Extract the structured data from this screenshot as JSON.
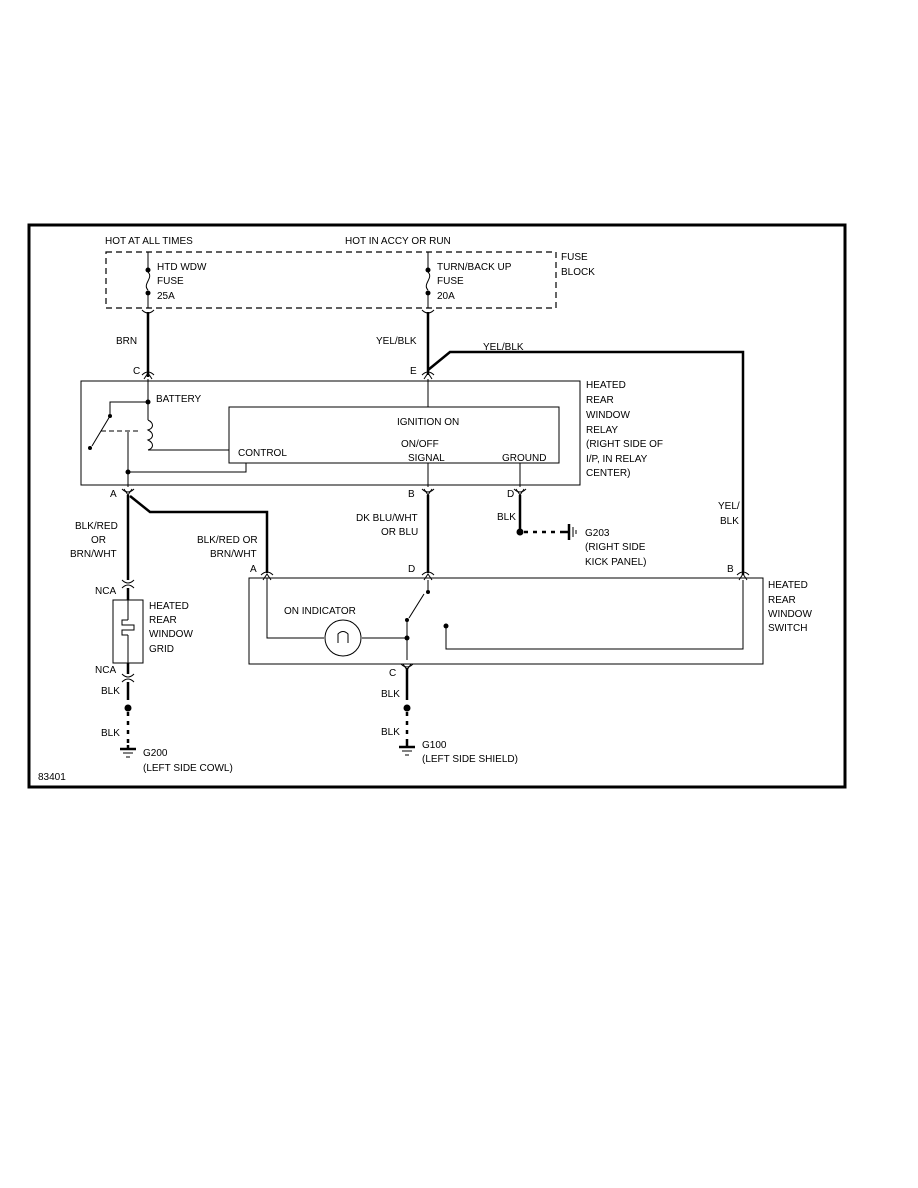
{
  "labels": {
    "hot_at_all_times": "HOT AT ALL TIMES",
    "hot_accy_run": "HOT IN ACCY OR RUN",
    "fuse_block": [
      "FUSE",
      "BLOCK"
    ],
    "htd_wdw_fuse": [
      "HTD WDW",
      "FUSE",
      "25A"
    ],
    "turn_backup_fuse": [
      "TURN/BACK UP",
      "FUSE",
      "20A"
    ],
    "wire_brn": "BRN",
    "wire_yel_blk_left": "YEL/BLK",
    "wire_yel_blk_top": "YEL/BLK",
    "wire_yel_blk_right": [
      "YEL/",
      "BLK"
    ],
    "pin_c_relay": "C",
    "pin_e_relay": "E",
    "battery": "BATTERY",
    "relay_name": [
      "HEATED",
      "REAR",
      "WINDOW",
      "RELAY",
      "(RIGHT SIDE OF",
      "I/P, IN RELAY",
      "CENTER)"
    ],
    "ignition_on": "IGNITION ON",
    "on_off_signal": [
      "ON/OFF",
      "SIGNAL"
    ],
    "ground": "GROUND",
    "control": "CONTROL",
    "pin_a_relay": "A",
    "pin_b_relay": "B",
    "pin_d_relay": "D",
    "wire_blk_red_left": [
      "BLK/RED",
      "OR",
      "BRN/WHT"
    ],
    "wire_blk_red_mid": [
      "BLK/RED OR",
      "BRN/WHT"
    ],
    "wire_dk_blu": [
      "DK BLU/WHT",
      "OR BLU"
    ],
    "wire_blk_g203": "BLK",
    "g203": [
      "G203",
      "(RIGHT SIDE",
      "KICK PANEL)"
    ],
    "nca_top": "NCA",
    "nca_bottom": "NCA",
    "grid_name": [
      "HEATED",
      "REAR",
      "WINDOW",
      "GRID"
    ],
    "switch_pin_a": "A",
    "switch_pin_d": "D",
    "switch_pin_b": "B",
    "switch_pin_c": "C",
    "on_indicator": "ON INDICATOR",
    "switch_name": [
      "HEATED",
      "REAR",
      "WINDOW",
      "SWITCH"
    ],
    "blk_left_1": "BLK",
    "blk_left_2": "BLK",
    "blk_mid_1": "BLK",
    "blk_mid_2": "BLK",
    "g200": [
      "G200",
      "(LEFT SIDE COWL)"
    ],
    "g100": [
      "G100",
      "(LEFT SIDE SHIELD)"
    ],
    "figure_id": "83401"
  }
}
